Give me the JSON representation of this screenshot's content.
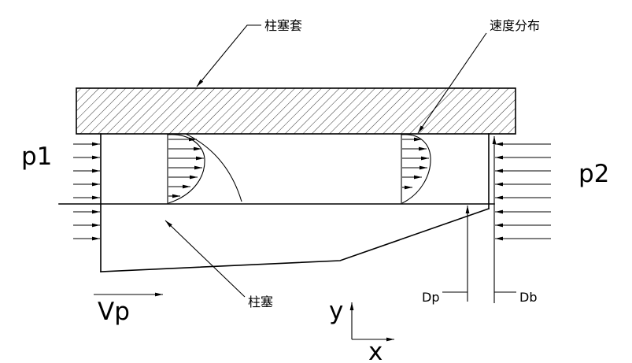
{
  "diagram": {
    "type": "engineering-schematic",
    "background": "#ffffff",
    "line_color": "#000000",
    "labels": {
      "sleeve": "柱塞套",
      "velocity_profile": "速度分布",
      "piston": "柱塞",
      "pressure_left": "p1",
      "pressure_right": "p2",
      "piston_velocity": "Vp",
      "piston_diameter": "Dp",
      "bore_diameter": "Db",
      "axis_x": "x",
      "axis_y": "y"
    }
  }
}
